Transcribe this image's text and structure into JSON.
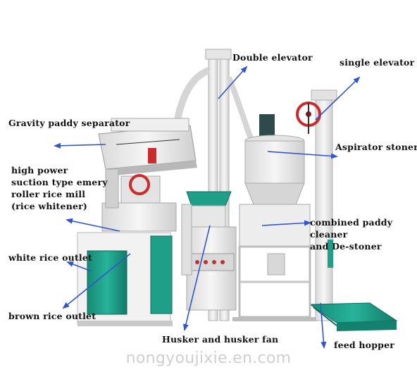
{
  "labels": {
    "double_elevator": "Double elevator",
    "single_elevator": "single elevator",
    "gravity_separator": "Gravity paddy separator",
    "aspirator_stoner": "Aspirator stoner",
    "rice_mill": [
      "high power",
      "suction type emery",
      "roller rice mill",
      "(rice whitener)"
    ],
    "combined_cleaner": [
      "combined paddy cleaner",
      "and De-stoner"
    ],
    "white_rice_outlet": "white rice outlet",
    "brown_rice_outlet": "brown rice outlet",
    "husker": "Husker and husker fan",
    "feed_hopper": "feed hopper"
  },
  "watermark": "nongyoujixie.en.com",
  "colors": {
    "arrow": "#3355cc",
    "machine_white": "#ececec",
    "machine_grey": "#c8c8c8",
    "teal": "#1f9e88",
    "motor": "#2e4a4a",
    "pulley_red": "#cc2b2b"
  }
}
